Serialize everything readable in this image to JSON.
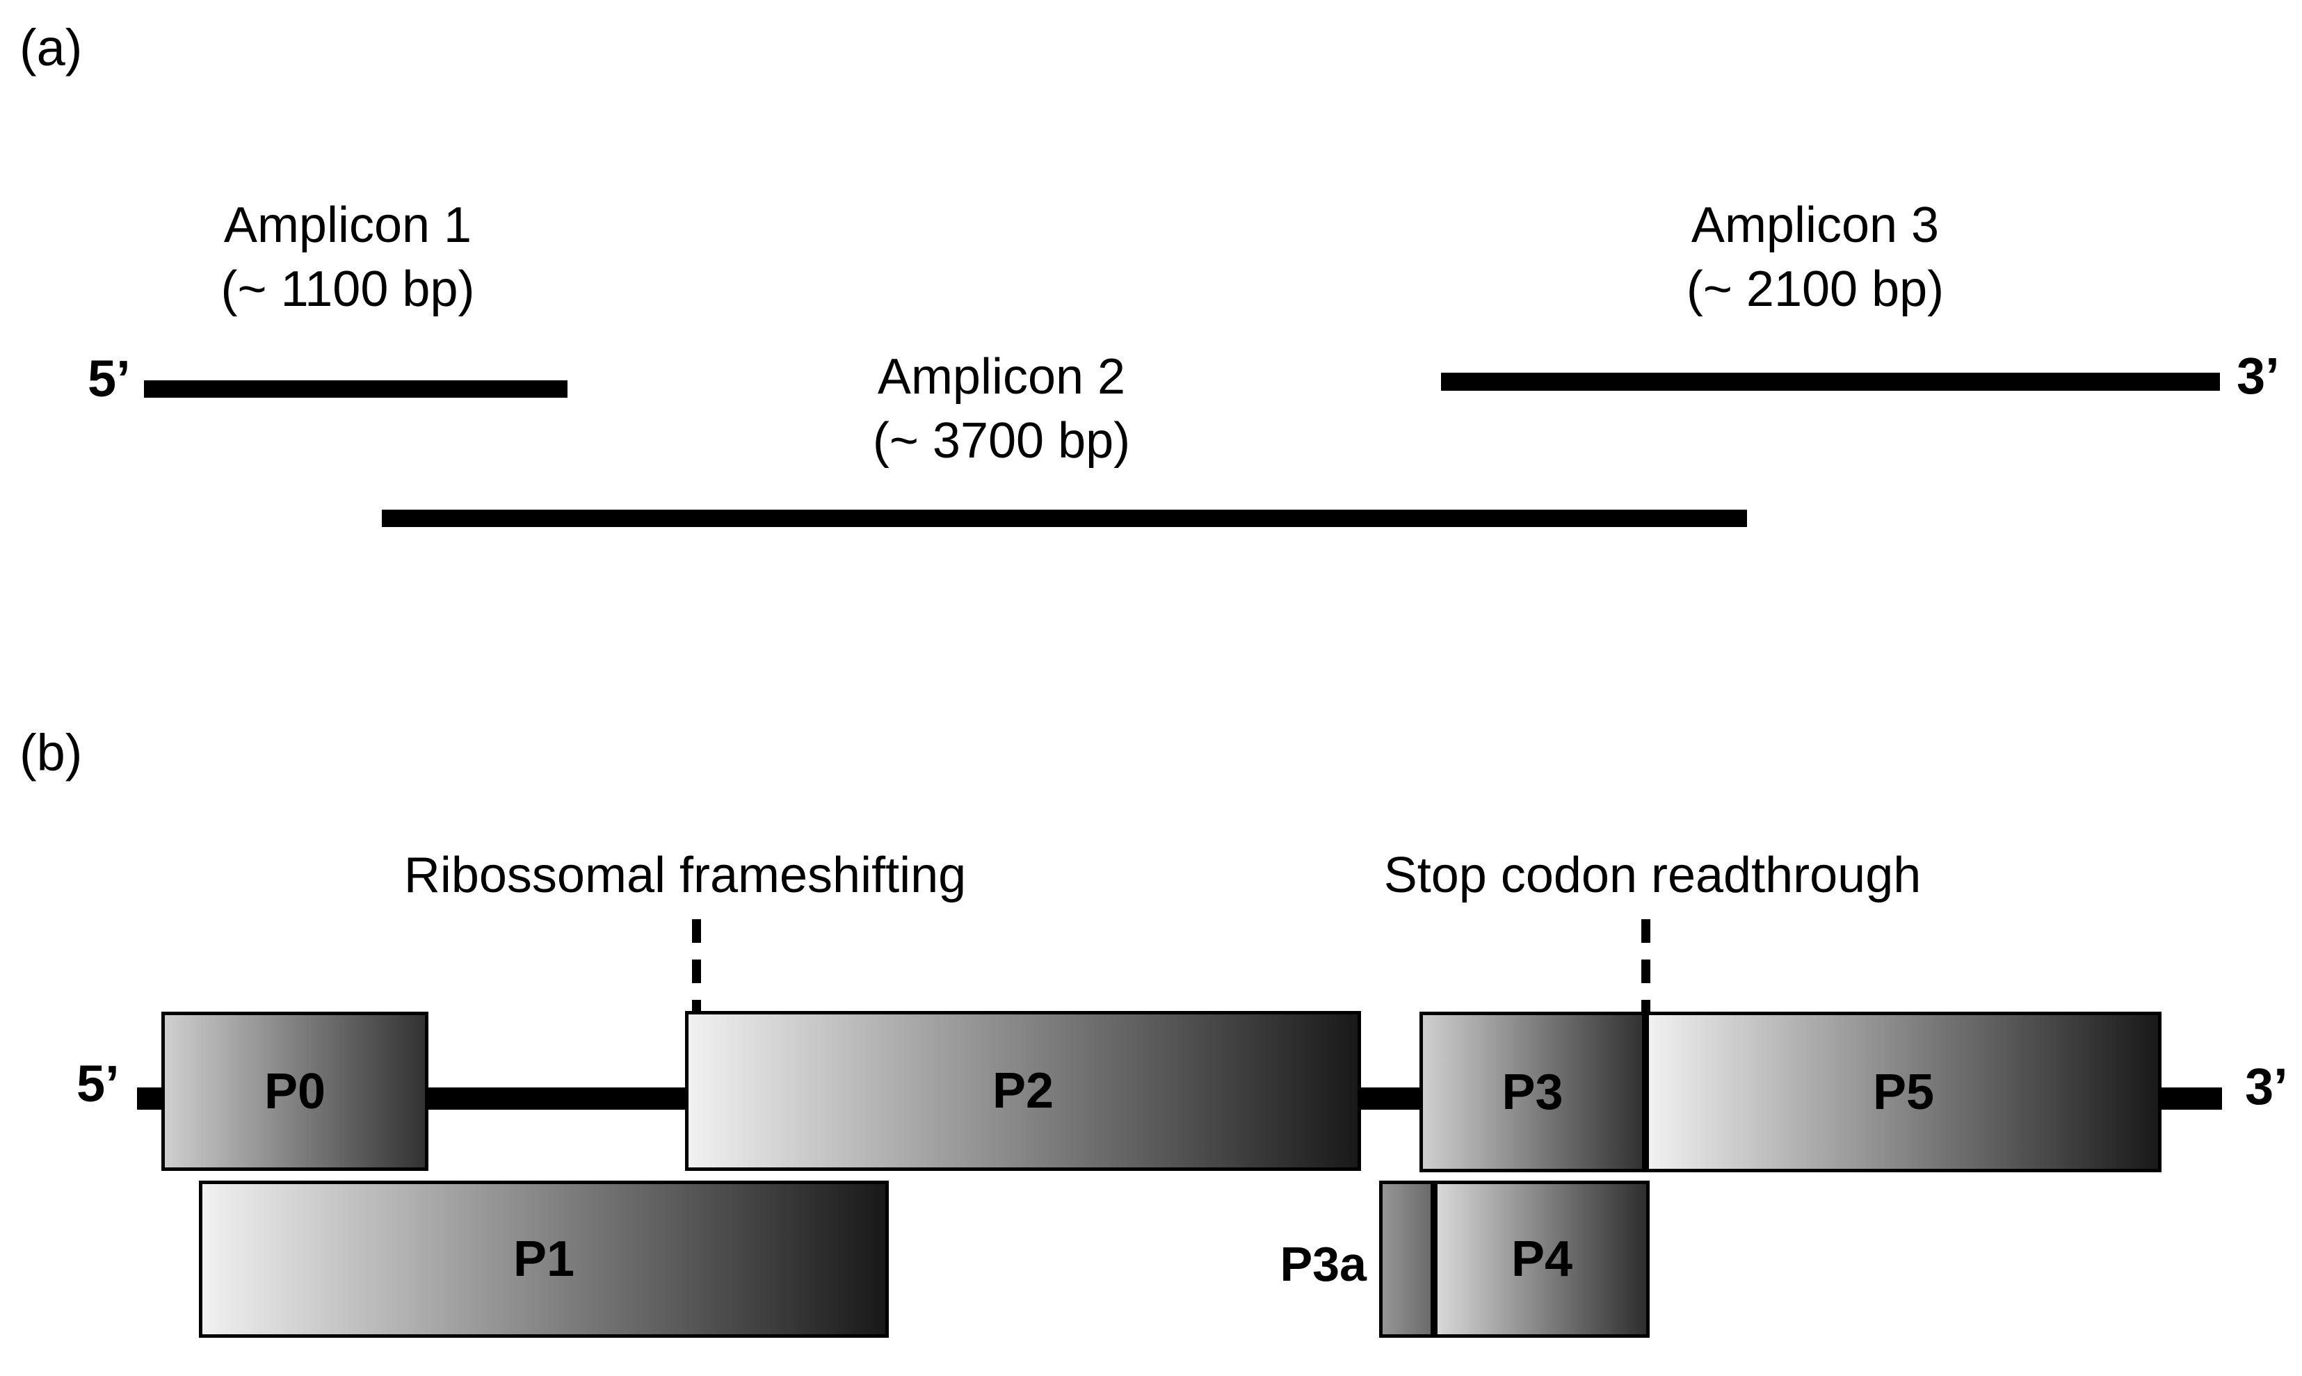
{
  "figure": {
    "panel_a": {
      "label": "(a)",
      "five_prime": "5’",
      "three_prime": "3’",
      "amplicons": [
        {
          "name": "Amplicon 1",
          "size": "(~ 1100 bp)"
        },
        {
          "name": "Amplicon 2",
          "size": "(~ 3700 bp)"
        },
        {
          "name": "Amplicon 3",
          "size": "(~ 2100 bp)"
        }
      ]
    },
    "panel_b": {
      "label": "(b)",
      "five_prime": "5’",
      "three_prime": "3’",
      "annotations": {
        "frameshift": "Ribossomal frameshifting",
        "readthrough": "Stop codon readthrough"
      },
      "orfs": {
        "p0": "P0",
        "p1": "P1",
        "p2": "P2",
        "p3": "P3",
        "p3a": "P3a",
        "p4": "P4",
        "p5": "P5"
      }
    },
    "colors": {
      "ink": "#000000",
      "background": "#ffffff"
    }
  }
}
